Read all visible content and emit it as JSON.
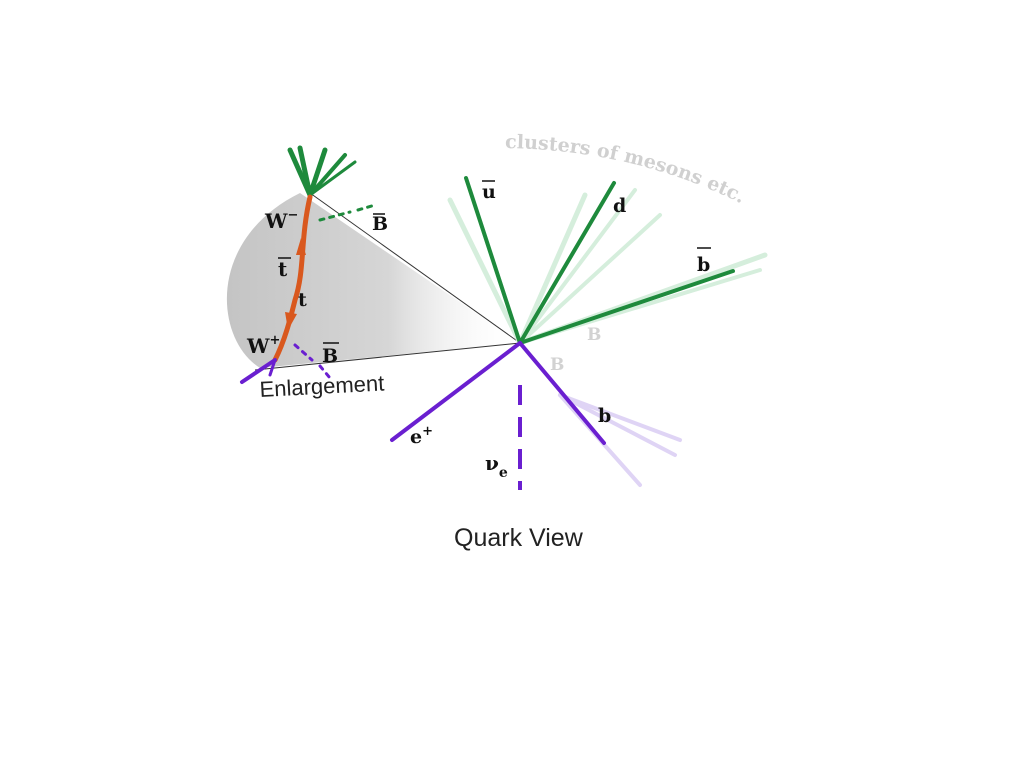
{
  "labels": {
    "w_minus": "W",
    "w_minus_sup": "−",
    "b_bar_left_top": "B",
    "t_bar": "t",
    "t": "t",
    "w_plus": "W",
    "w_plus_sup": "+",
    "b_bar_left_bottom": "B",
    "enlargement": "Enlargement",
    "u_bar": "u",
    "d": "d",
    "b_bar_right": "b",
    "b": "b",
    "e_plus": "e",
    "e_plus_sup": "+",
    "nu_e": "ν",
    "nu_e_sub": "e",
    "faint_B_upper": "B",
    "faint_B_lower": "B",
    "clusters": "clusters of mesons etc.",
    "caption": "Quark View"
  },
  "colors": {
    "green": "#1e8a3c",
    "green_faint": "#c7e8cf",
    "purple": "#6a1fd0",
    "purple_faint": "#d9ccf3",
    "orange": "#d9581e",
    "gray_fill": "#c8c8c8",
    "faint_text": "#cfcfcf",
    "black": "#111111"
  }
}
